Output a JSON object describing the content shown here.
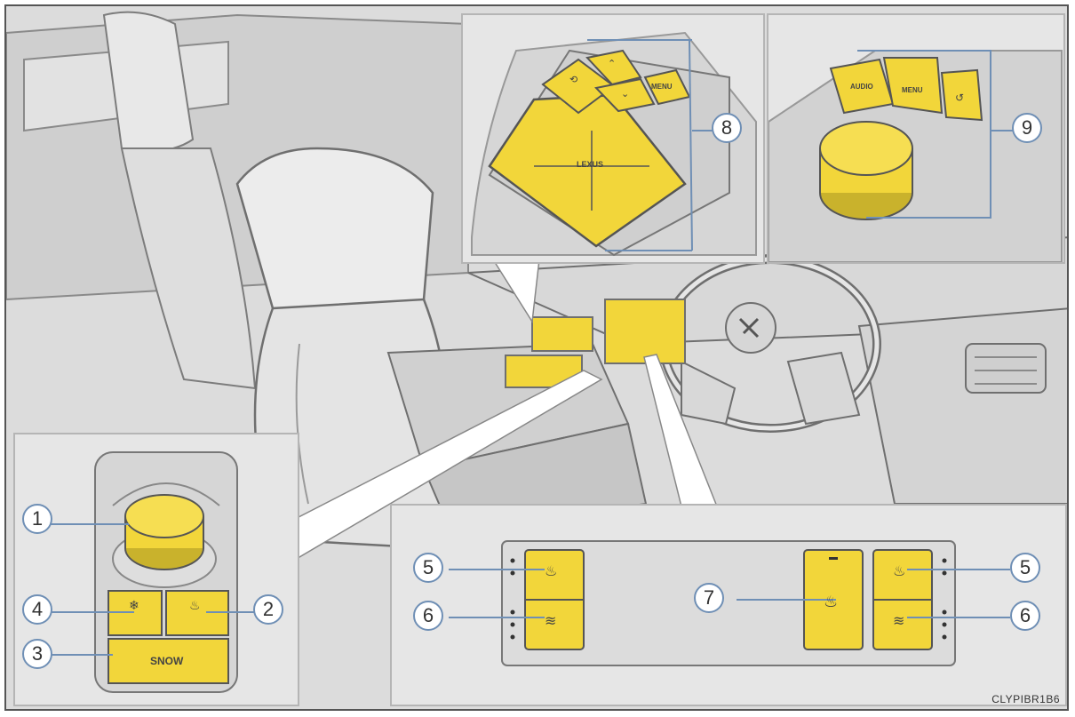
{
  "callouts": [
    "1",
    "2",
    "3",
    "4",
    "5",
    "6",
    "7",
    "5",
    "6",
    "8",
    "9"
  ],
  "labels": {
    "snow": "SNOW",
    "lexus": "LEXUS",
    "audio": "AUDIO",
    "menu": "MENU",
    "menu_small": "MENU"
  },
  "figure_code": "CLYPIBR1B6",
  "colors": {
    "highlight": "#f2d63a",
    "line": "#6f8fb5",
    "background": "#dcdcdc"
  },
  "icons": [
    "back-icon",
    "chevron-up-icon",
    "chevron-down-icon",
    "return-icon",
    "seat-heater-icon",
    "seat-ventilation-icon",
    "steering-heater-icon",
    "snow-mode-icon"
  ]
}
